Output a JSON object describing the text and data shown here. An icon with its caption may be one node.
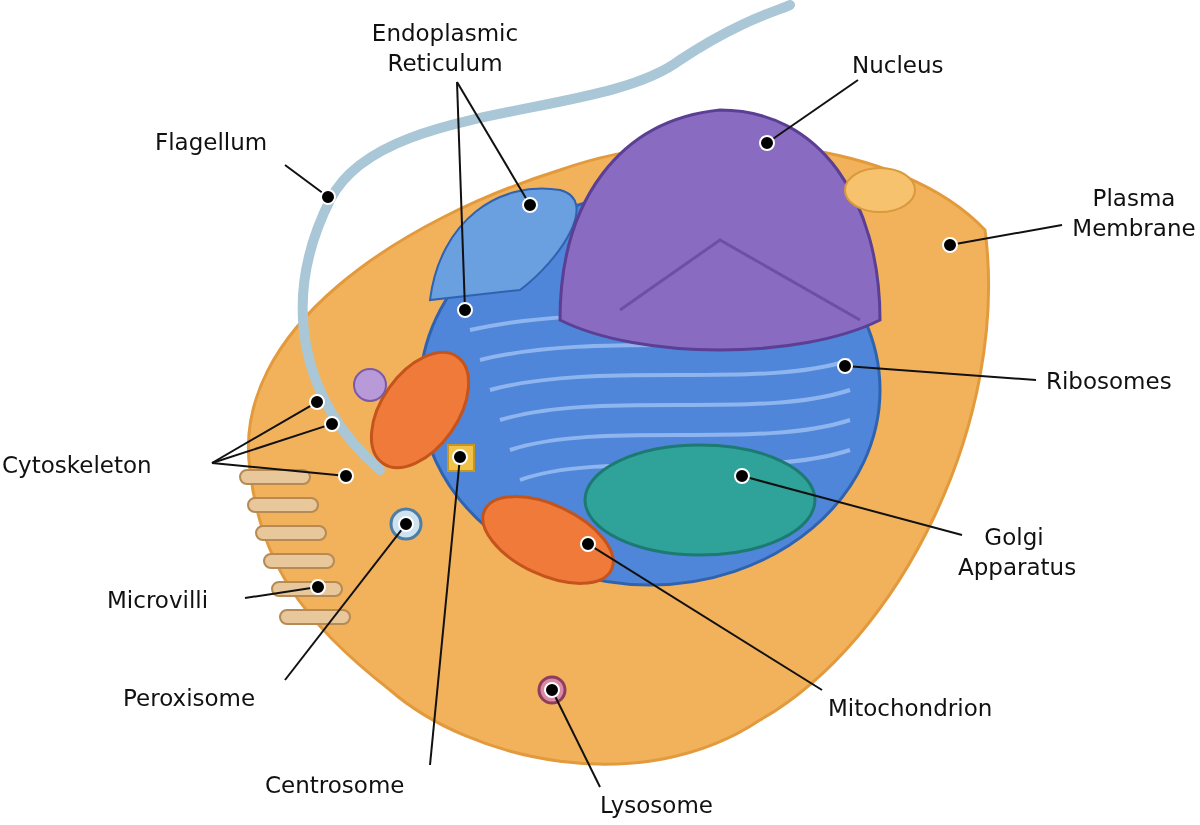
{
  "diagram": {
    "nodes": [
      {
        "text": [
          "Endoplasmic Reticulum"
        ]
      },
      {
        "text": [
          "Nucleus"
        ]
      },
      {
        "text": [
          "Flagellum"
        ]
      },
      {
        "text": [
          "Plasma Membrane"
        ]
      },
      {
        "text": [
          "Ribosomes"
        ]
      },
      {
        "text": [
          "Cytoskeleton"
        ]
      },
      {
        "text": [
          "Golgi Apparatus"
        ]
      },
      {
        "text": [
          "Microvilli"
        ]
      },
      {
        "text": [
          "Peroxisome"
        ]
      },
      {
        "text": [
          "Mitochondrion"
        ]
      },
      {
        "text": [
          "Centrosome"
        ]
      },
      {
        "text": [
          "Lysosome"
        ]
      },
      {
        "text": [],
        "shape": "circle"
      },
      {
        "text": [],
        "shape": "circle"
      },
      {
        "text": [],
        "shape": "circle"
      },
      {
        "text": [],
        "shape": "circle"
      },
      {
        "text": [],
        "shape": "circle"
      },
      {
        "text": [],
        "shape": "circle"
      },
      {
        "text": [],
        "shape": "circle"
      },
      {
        "text": [],
        "shape": "circle"
      },
      {
        "text": [],
        "shape": "circle"
      },
      {
        "text": [],
        "shape": "circle"
      },
      {
        "text": [],
        "shape": "circle"
      },
      {
        "text": [],
        "shape": "circle"
      },
      {
        "text": [],
        "shape": "circle"
      },
      {
        "text": [],
        "shape": "circle"
      },
      {
        "text": [],
        "shape": "circle"
      }
    ],
    "edges": [
      {
        "from": 0,
        "to": 12,
        "arrow": "none"
      },
      {
        "from": 0,
        "to": 13,
        "arrow": "none"
      },
      {
        "from": 1,
        "to": 14,
        "arrow": "none"
      },
      {
        "from": 2,
        "to": 15,
        "arrow": "none"
      },
      {
        "from": 3,
        "to": 16,
        "arrow": "none"
      },
      {
        "from": 4,
        "to": 17,
        "arrow": "none"
      },
      {
        "from": 5,
        "to": 18,
        "arrow": "none"
      },
      {
        "from": 5,
        "to": 19,
        "arrow": "none"
      },
      {
        "from": 5,
        "to": 20,
        "arrow": "none"
      },
      {
        "from": 6,
        "to": 21,
        "arrow": "none"
      },
      {
        "from": 7,
        "to": 22,
        "arrow": "none"
      },
      {
        "from": 8,
        "to": 23,
        "arrow": "none"
      },
      {
        "from": 9,
        "to": 24,
        "arrow": "none"
      },
      {
        "from": 10,
        "to": 25,
        "arrow": "none"
      },
      {
        "from": 11,
        "to": 26,
        "arrow": "none"
      }
    ]
  }
}
